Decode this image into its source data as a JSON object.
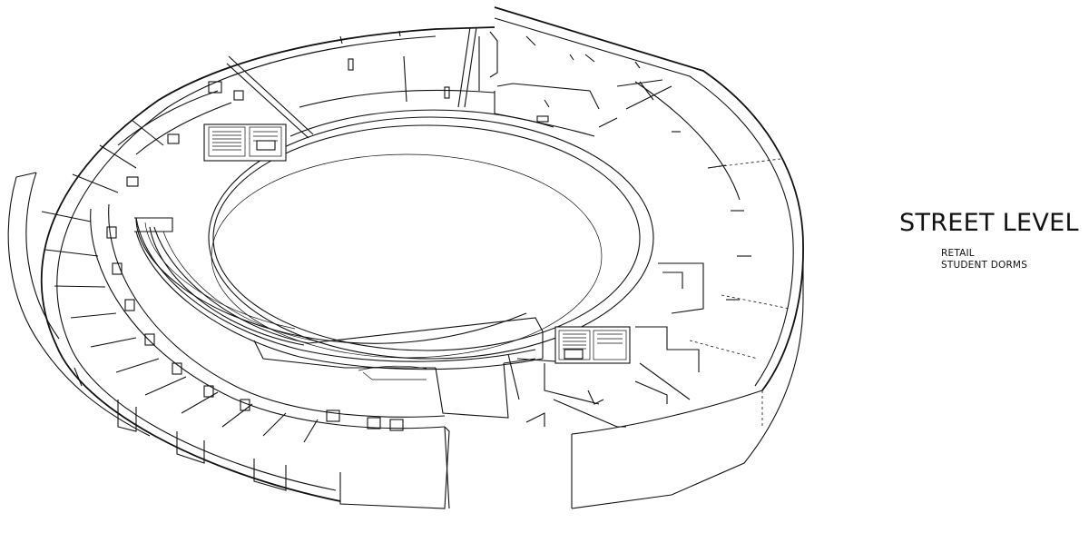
{
  "drawing": {
    "title": "STREET LEVEL",
    "program": [
      "RETAIL",
      "STUDENT DORMS"
    ]
  }
}
